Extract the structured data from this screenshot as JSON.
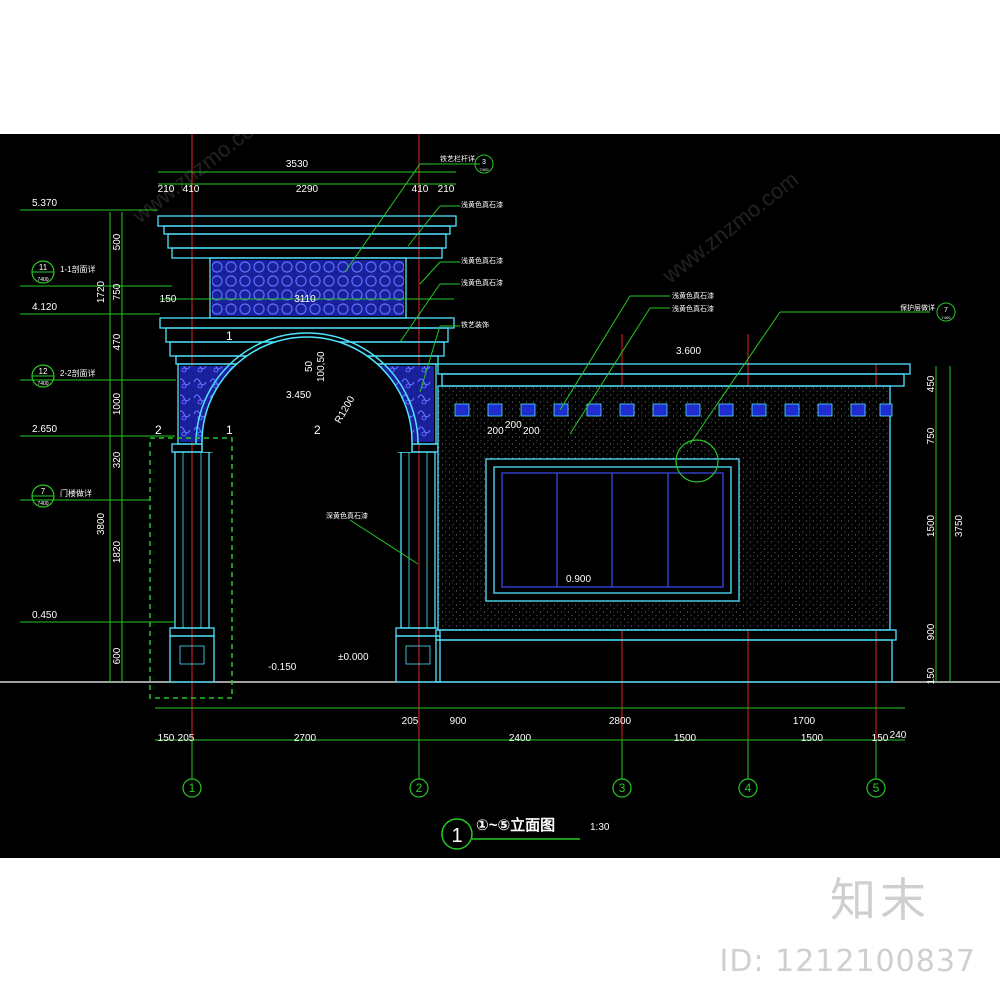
{
  "drawing": {
    "title_number": "1",
    "title": "①~⑤立面图",
    "scale": "1:30",
    "colors": {
      "background": "#000000",
      "outline": "#4fe3ff",
      "dimension": "#26c926",
      "axis": "#e02020",
      "label": "#ffffff",
      "panel": "#1e2cd0"
    },
    "top_dims": {
      "total": "3530",
      "left_a": "210",
      "left_b": "410",
      "middle": "2290",
      "right_a": "410",
      "right_b": "210",
      "inner": "3110",
      "left_150": "150"
    },
    "left_dims": [
      "500",
      "1720",
      "750",
      "470",
      "1000",
      "320",
      "3800",
      "1820",
      "600"
    ],
    "right_dims": [
      "450",
      "750",
      "1500",
      "3750",
      "900",
      "150"
    ],
    "bottom_dims_row1": [
      "205",
      "900",
      "2800",
      "1700"
    ],
    "bottom_dims_row2": [
      "150",
      "205",
      "2700",
      "2400",
      "1500",
      "1500",
      "150",
      "240"
    ],
    "elevations": {
      "e5370": "5.370",
      "e4120": "4.120",
      "e2650": "2.650",
      "e0450": "0.450",
      "e3600": "3.600",
      "e3450": "3.450",
      "e0900": "0.900",
      "em0150": "-0.150",
      "e0000": "±0.000"
    },
    "section_refs": [
      {
        "num": "11",
        "sheet": "7400",
        "text": "1-1剖面详"
      },
      {
        "num": "12",
        "sheet": "7400",
        "text": "2-2剖面详"
      },
      {
        "num": "7",
        "sheet": "7400",
        "text": "门楼做详"
      }
    ],
    "callouts": {
      "c1": "铁艺栏杆详",
      "c1_num": "3",
      "c1_sheet": "7400",
      "c2": "浅黄色真石漆",
      "c3": "浅黄色真石漆",
      "c4": "浅黄色真石漆",
      "c5": "铁艺装饰",
      "c6": "浅黄色真石漆",
      "c7": "浅黄色真石漆",
      "c8": "深黄色真石漆",
      "c9": "保护层做详",
      "c9_num": "7",
      "c9_sheet": "7400"
    },
    "small_dims": {
      "d50": "50",
      "d10050": "100,50",
      "radius": "R1200",
      "w200a": "200",
      "w200b": "200",
      "w200c": "200"
    },
    "section_marks": {
      "left1": "1",
      "left2": "2",
      "mid1": "1",
      "mid2": "2"
    },
    "axes": [
      "1",
      "2",
      "3",
      "4",
      "5"
    ]
  },
  "brand": "知末",
  "image_id": "ID: 1212100837",
  "watermark": "www.znzmo.com"
}
